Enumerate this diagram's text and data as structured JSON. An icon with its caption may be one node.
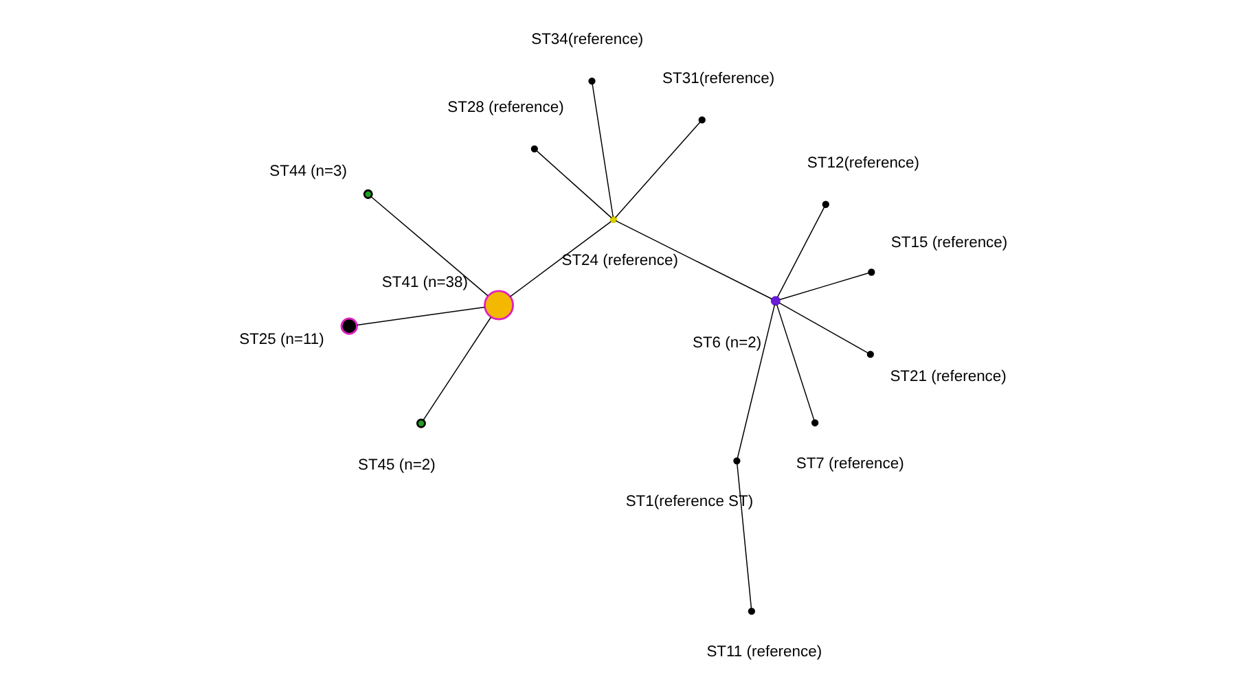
{
  "diagram": {
    "nodes": [
      {
        "text": [],
        "shape": "circle",
        "beside": [
          "ST11 (reference)"
        ]
      },
      {
        "text": [],
        "shape": "circle",
        "beside": [
          "ST1(reference ST)"
        ]
      },
      {
        "text": [],
        "shape": "circle",
        "beside": [
          "ST15 (reference)"
        ]
      },
      {
        "text": [],
        "shape": "circle",
        "beside": [
          "ST7 (reference)"
        ]
      },
      {
        "text": [],
        "shape": "circle",
        "beside": [
          "ST6 (n=2)"
        ]
      },
      {
        "text": [],
        "shape": "circle",
        "beside": [
          "ST28 (reference)"
        ]
      },
      {
        "text": [],
        "shape": "circle",
        "beside": [
          "ST21 (reference)"
        ]
      },
      {
        "text": [],
        "shape": "circle",
        "beside": [
          "ST34(reference)"
        ]
      },
      {
        "text": [],
        "shape": "circle",
        "beside": [
          "ST25 (n=11)"
        ]
      },
      {
        "text": [],
        "shape": "circle",
        "beside": [
          "ST24 (reference)"
        ]
      },
      {
        "text": [],
        "shape": "circle",
        "beside": [
          "ST41 (n=38)"
        ]
      },
      {
        "text": [],
        "shape": "circle",
        "beside": [
          "ST12(reference)"
        ]
      },
      {
        "text": [],
        "shape": "circle",
        "beside": [
          "ST44 (n=3)"
        ]
      },
      {
        "text": [],
        "shape": "circle",
        "beside": [
          "ST31(reference)"
        ]
      },
      {
        "text": [],
        "shape": "circle",
        "beside": [
          "ST45 (n=2)"
        ]
      }
    ],
    "edges": [
      {
        "from": 0,
        "to": 1,
        "arrow": "none"
      },
      {
        "from": 1,
        "to": 4,
        "arrow": "none"
      },
      {
        "from": 4,
        "to": 11,
        "arrow": "none"
      },
      {
        "from": 4,
        "to": 2,
        "arrow": "none"
      },
      {
        "from": 4,
        "to": 3,
        "arrow": "none"
      },
      {
        "from": 4,
        "to": 6,
        "arrow": "none"
      },
      {
        "from": 4,
        "to": 9,
        "arrow": "none"
      },
      {
        "from": 9,
        "to": 5,
        "arrow": "none"
      },
      {
        "from": 9,
        "to": 7,
        "arrow": "none"
      },
      {
        "from": 9,
        "to": 10,
        "arrow": "none"
      },
      {
        "from": 9,
        "to": 13,
        "arrow": "none"
      },
      {
        "from": 10,
        "to": 8,
        "arrow": "none"
      },
      {
        "from": 10,
        "to": 12,
        "arrow": "none"
      },
      {
        "from": 10,
        "to": 14,
        "arrow": "none"
      }
    ]
  }
}
